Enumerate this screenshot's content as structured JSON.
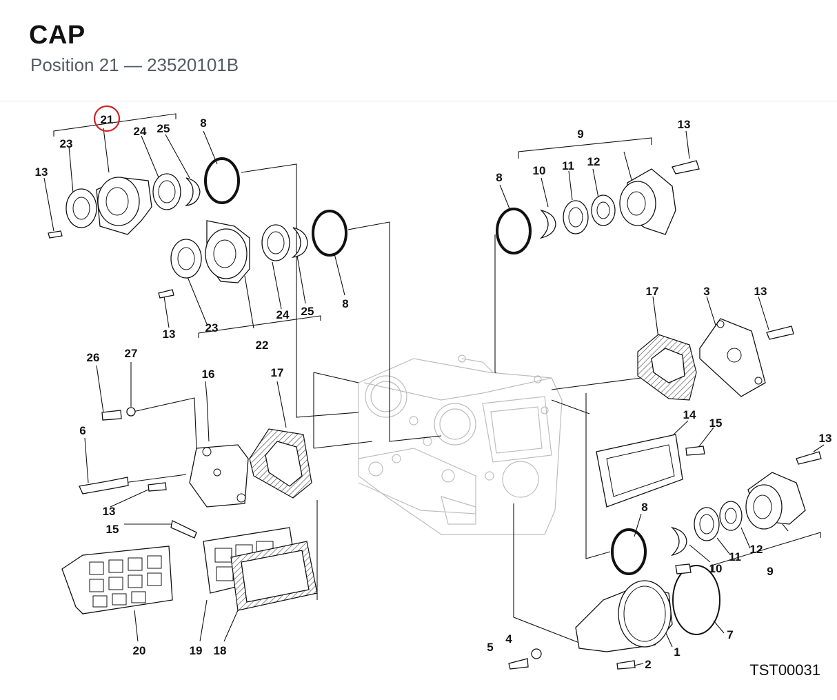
{
  "header": {
    "title": "CAP",
    "subtitle": "Position 21 — 23520101B"
  },
  "diagram": {
    "drawing_code": "TST00031",
    "highlight_color": "#d32027",
    "highlighted_label": "21",
    "labels": {
      "l21": "21",
      "l23a": "23",
      "l24a": "24",
      "l25a": "25",
      "l8a": "8",
      "l13a": "13",
      "l23b": "23",
      "l24b": "24",
      "l25b": "25",
      "l8b": "8",
      "l13b": "13",
      "l22": "22",
      "l8c": "8",
      "l10a": "10",
      "l11a": "11",
      "l12a": "12",
      "l9a": "9",
      "l13c": "13",
      "l17a": "17",
      "l3": "3",
      "l13d": "13",
      "l26": "26",
      "l27": "27",
      "l16": "16",
      "l17b": "17",
      "l6": "6",
      "l13e": "13",
      "l15a": "15",
      "l20": "20",
      "l19": "19",
      "l18": "18",
      "l14": "14",
      "l15b": "15",
      "l13f": "13",
      "l8d": "8",
      "l10b": "10",
      "l11b": "11",
      "l12b": "12",
      "l9b": "9",
      "l7": "7",
      "l1": "1",
      "l2": "2",
      "l4": "4",
      "l5": "5"
    }
  }
}
